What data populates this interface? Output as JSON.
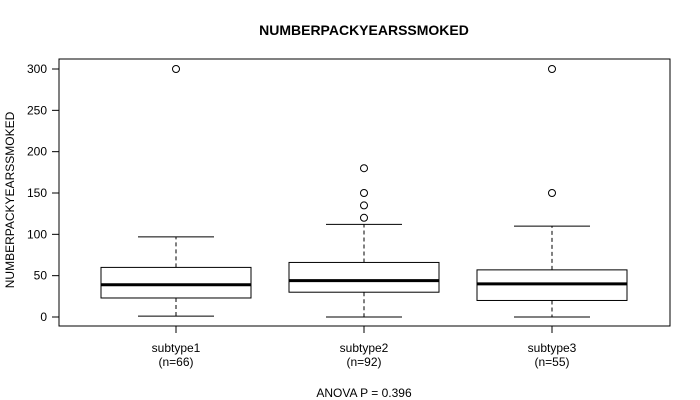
{
  "chart_data": {
    "type": "boxplot",
    "title": "NUMBERPACKYEARSSMOKED",
    "ylabel": "NUMBERPACKYEARSSMOKED",
    "xlabel": "ANOVA P = 0.396",
    "ylim": [
      -10,
      310
    ],
    "yticks": [
      0,
      50,
      100,
      150,
      200,
      250,
      300
    ],
    "grid": false,
    "legend": "none",
    "groups": [
      {
        "category": "subtype1",
        "n_label": "(n=66)",
        "whisker_low": 1,
        "q1": 23,
        "median": 39,
        "q3": 60,
        "whisker_high": 97,
        "outliers": [
          300
        ]
      },
      {
        "category": "subtype2",
        "n_label": "(n=92)",
        "whisker_low": 0,
        "q1": 30,
        "median": 44,
        "q3": 66,
        "whisker_high": 112,
        "outliers": [
          120,
          135,
          150,
          180
        ]
      },
      {
        "category": "subtype3",
        "n_label": "(n=55)",
        "whisker_low": 0,
        "q1": 20,
        "median": 40,
        "q3": 57,
        "whisker_high": 110,
        "outliers": [
          150,
          300
        ]
      }
    ]
  }
}
